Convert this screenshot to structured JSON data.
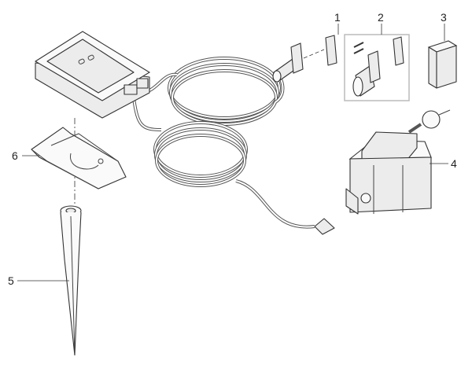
{
  "callouts": [
    {
      "number": "1",
      "part": "wall-bracket"
    },
    {
      "number": "2",
      "part": "mounting-kit"
    },
    {
      "number": "3",
      "part": "sensor-block"
    },
    {
      "number": "4",
      "part": "transformer"
    },
    {
      "number": "5",
      "part": "ground-stake"
    },
    {
      "number": "6",
      "part": "holder"
    }
  ],
  "colors": {
    "line": "#333333",
    "fill": "#ececec",
    "box": "#bbbbbb"
  }
}
